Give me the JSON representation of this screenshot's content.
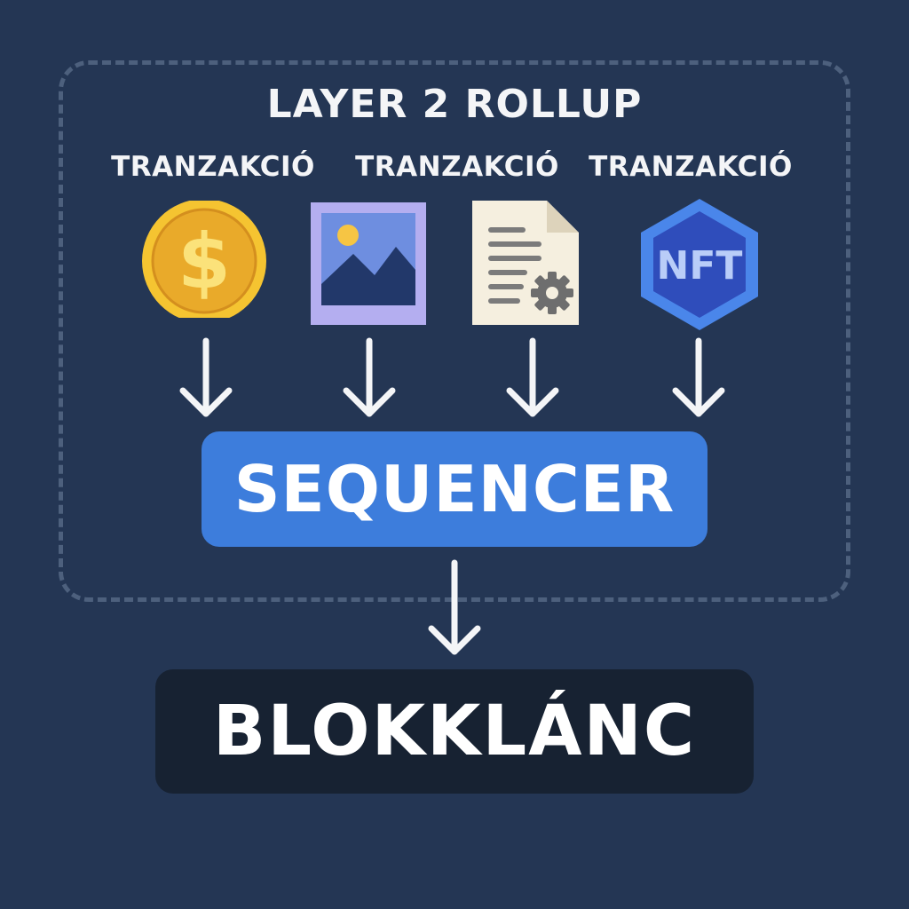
{
  "rollup": {
    "title": "LAYER 2 ROLLUP",
    "transactions": [
      {
        "label": "TRANZAKCIÓ",
        "icon": "dollar-coin-icon"
      },
      {
        "label": "TRANZAKCIÓ",
        "icon": "image-icon"
      },
      {
        "label": "TRANZAKCIÓ",
        "icon": "document-gear-icon"
      },
      {
        "label": "",
        "icon": "nft-hexagon-icon",
        "icon_text": "NFT"
      }
    ],
    "fourth_label": "TRANZAKCIÓ"
  },
  "sequencer": {
    "label": "SEQUENCER"
  },
  "blockchain": {
    "label": "BLOKKLÁNC"
  },
  "colors": {
    "background": "#243654",
    "dashed_border": "#4d607d",
    "sequencer": "#3d7ddc",
    "blockchain": "#172232",
    "coin": "#f2c12e",
    "nft": "#3d6fe0"
  }
}
